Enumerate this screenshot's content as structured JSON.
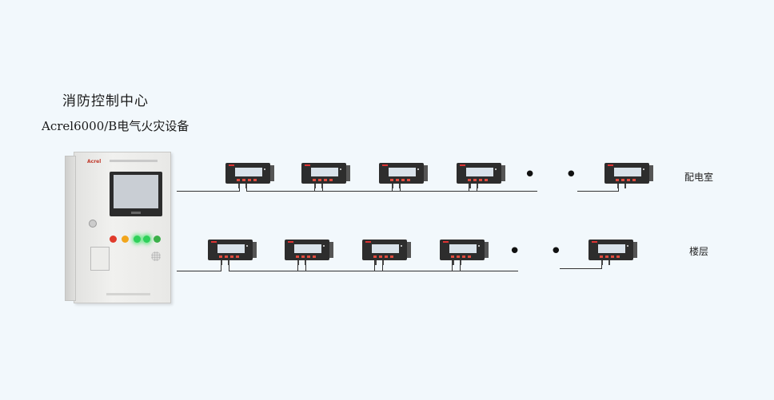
{
  "title": "消防控制中心",
  "subtitle": "Acrel6000/B电气火灾设备",
  "rows": [
    {
      "label": "配电室"
    },
    {
      "label": "楼层"
    }
  ],
  "cabinet": {
    "logo": "Acrel",
    "lamp_colors": [
      "#e03a2b",
      "#f2a51c",
      "#2fd05a",
      "#2fd05a",
      "#3bb04a"
    ]
  },
  "ellipsis": "• • •",
  "colors": {
    "background": "#f2f8fc",
    "line": "#333333",
    "meter_body": "#2d2d2d",
    "meter_button": "#e04b3f"
  }
}
